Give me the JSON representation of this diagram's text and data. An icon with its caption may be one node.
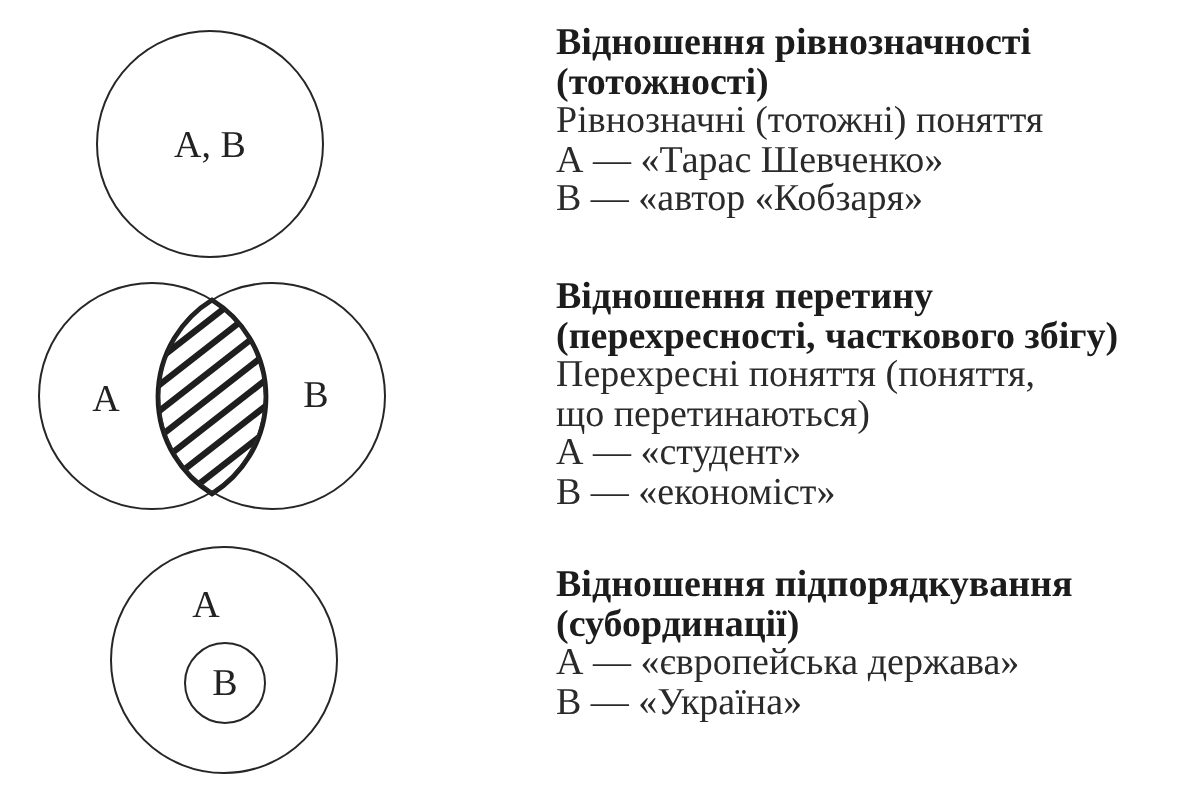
{
  "diagram": {
    "nodes": [
      {
        "text": [
          "А, В"
        ]
      },
      {
        "text": [
          "А"
        ]
      },
      {
        "text": [
          "В"
        ]
      },
      {
        "text": [
          "А"
        ]
      },
      {
        "text": [
          "В"
        ],
        "in": 3
      }
    ],
    "labels": [
      "Відношення рівнозначності (тотожності)",
      "Рівнозначні (тотожні) поняття",
      "А — «Тарас Шевченко»",
      "В — «автор «Кобзаря»",
      "Відношення перетину (перехресності, часткового збігу)",
      "Перехресні поняття (поняття, що перетинаються)",
      "А — «студент»",
      "В — «економіст»",
      "Відношення підпорядкування (субординації)",
      "А — «європейська держава»",
      "В — «Україна»"
    ]
  }
}
